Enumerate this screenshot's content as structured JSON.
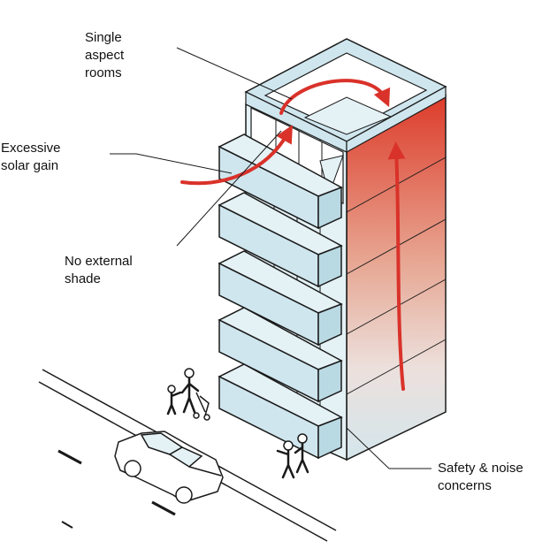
{
  "labels": {
    "single_aspect": "Single\naspect\nrooms",
    "solar_gain": "Excessive\nsolar gain",
    "external_shade": "No external\nshade",
    "safety_noise": "Safety & noise\nconcerns"
  },
  "colors": {
    "glass": "#cfe6ee",
    "glass_light": "#e4f1f5",
    "outline": "#1a1a1a",
    "heat_red": "#d9322a",
    "heat_fade": "#f3e4e0",
    "wall_cool": "#cfe6ee"
  },
  "icons": [
    "car-icon",
    "pedestrian-icon",
    "stroller-icon",
    "heat-arrow-icon"
  ]
}
